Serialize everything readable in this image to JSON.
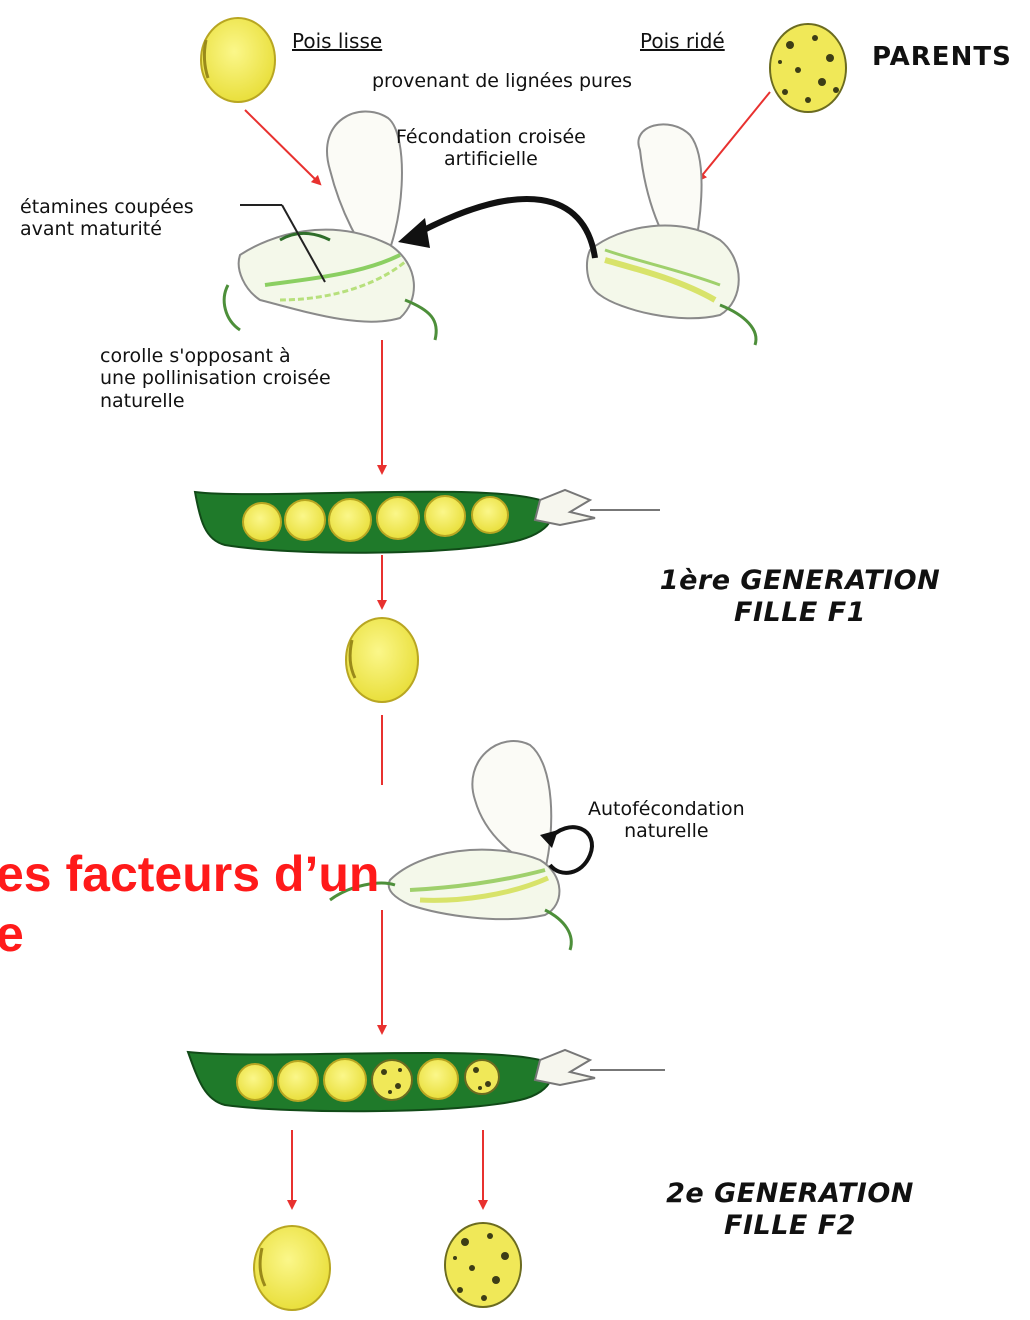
{
  "labels": {
    "pois_lisse": "Pois lisse",
    "pois_ride": "Pois ridé",
    "parents": "PARENTS",
    "lignees_pures": "provenant de lignées pures",
    "fecondation": "Fécondation croisée\nartificielle",
    "etamines": "étamines coupées\navant maturité",
    "corolle": "corolle s'opposant à\nune pollinisation croisée\nnaturelle",
    "f1": "1ère GENERATION\nFILLE F1",
    "autofecondation": "Autofécondation\nnaturelle",
    "f2": "2e GENERATION\nFILLE F2"
  },
  "overlay": {
    "line1": "es facteurs d’un",
    "line2": "e"
  },
  "colors": {
    "pea_yellow": "#f2ec52",
    "pea_outline": "#c9b92a",
    "pod_green": "#1f7a2a",
    "arrow_red": "#e8312f",
    "overlay_red": "#ff1a1a",
    "flower_outline": "#8a8a8a",
    "leaf_green": "#4d8f3a"
  }
}
